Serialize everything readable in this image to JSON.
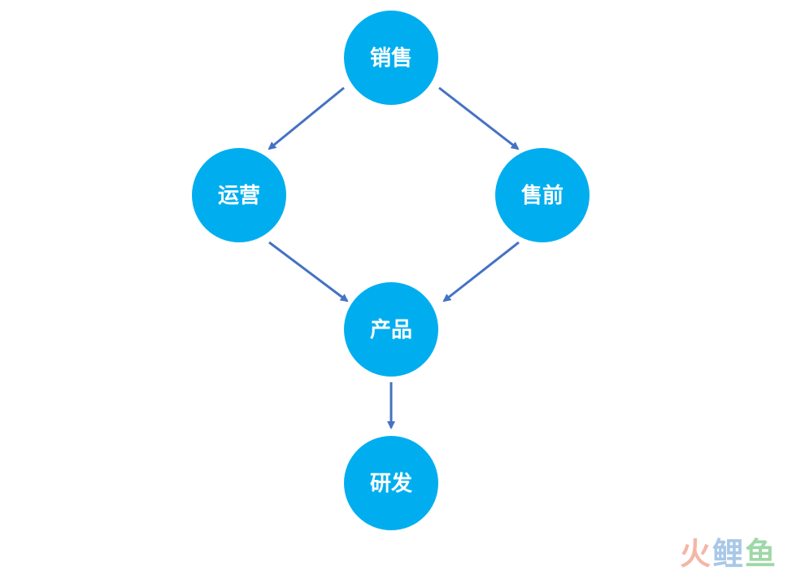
{
  "nodes": {
    "sales": "销售",
    "operations": "运营",
    "presales": "售前",
    "product": "产品",
    "rnd": "研发"
  },
  "colors": {
    "node_fill": "#00aeef",
    "arrow": "#4472c4",
    "label": "#ffffff",
    "watermark_1": "#f4b6a6",
    "watermark_2": "#a9c8e8",
    "watermark_3": "#9fd8a8"
  },
  "watermark": {
    "char_1": "火",
    "char_2": "鲤",
    "char_3": "鱼"
  }
}
